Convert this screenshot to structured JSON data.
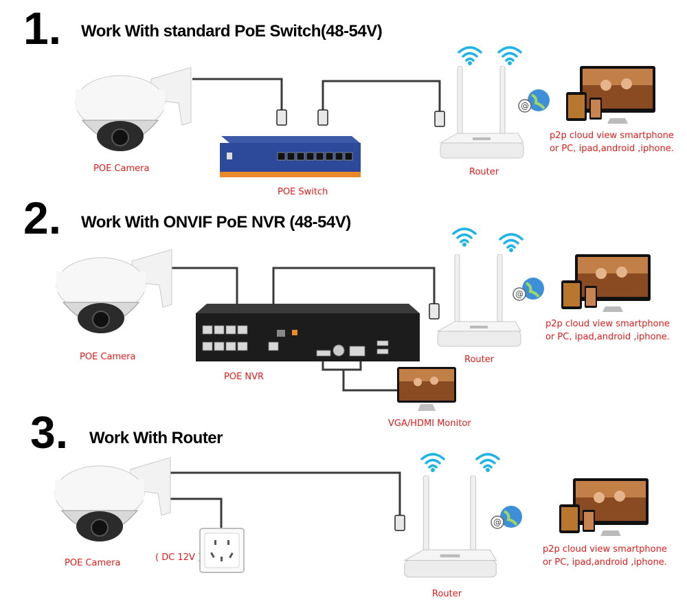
{
  "section1": {
    "number": "1.",
    "title": "Work With standard PoE Switch(48-54V)",
    "camera_label": "POE Camera",
    "device_label": "POE Switch",
    "router_label": "Router",
    "cloud_line1": "p2p cloud view smartphone",
    "cloud_line2": "or PC, ipad,android ,iphone."
  },
  "section2": {
    "number": "2.",
    "title": "Work With ONVIF PoE NVR (48-54V)",
    "camera_label": "POE Camera",
    "device_label": "POE NVR",
    "router_label": "Router",
    "monitor_label": "VGA/HDMI Monitor",
    "cloud_line1": "p2p cloud view smartphone",
    "cloud_line2": "or PC, ipad,android ,iphone."
  },
  "section3": {
    "number": "3.",
    "title": "Work With Router",
    "camera_label": "POE Camera",
    "power_label": "( DC 12V )",
    "router_label": "Router",
    "cloud_line1": "p2p cloud view smartphone",
    "cloud_line2": "or PC, ipad,android ,iphone."
  },
  "colors": {
    "label_red": "#e41b1b",
    "wifi_cyan": "#1fb3e6",
    "switch_blue": "#2d4a9a",
    "nvr_black": "#1c1c1c",
    "cable_gray": "#3a3a3a"
  },
  "icons": [
    "dome-camera-icon",
    "poe-switch-icon",
    "router-icon",
    "wifi-icon",
    "globe-at-icon",
    "multi-device-icon",
    "nvr-icon",
    "monitor-icon",
    "wall-socket-icon",
    "rj45-plug-icon"
  ]
}
